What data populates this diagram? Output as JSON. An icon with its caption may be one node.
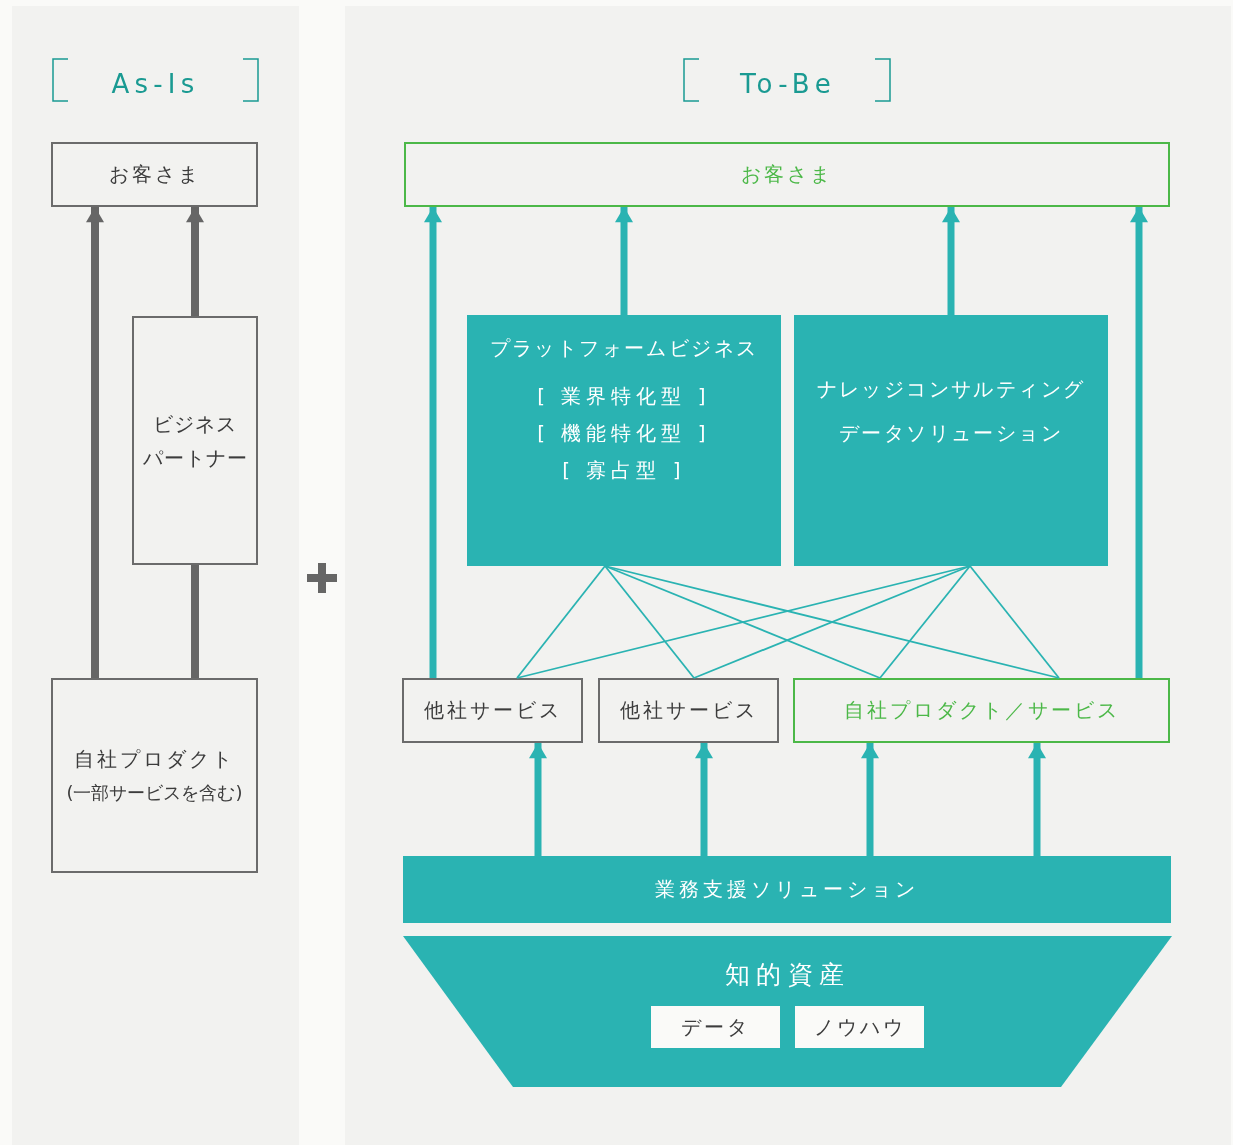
{
  "diagram": {
    "nodes": [
      {
        "text": [
          "As-Is"
        ]
      },
      {
        "text": [
          "お客さま"
        ],
        "in": 0
      },
      {
        "text": [
          "ビジネスパートナー"
        ],
        "in": 0
      },
      {
        "text": [
          "自社プロダクト",
          "(一部サービスを含む)"
        ],
        "in": 0
      },
      {
        "text": [
          "To-Be"
        ]
      },
      {
        "text": [
          "お客さま"
        ],
        "in": 4
      },
      {
        "text": [
          "プラットフォームビジネス",
          "[ 業界特化型 ]",
          "[ 機能特化型 ]",
          "[ 寡占型 ]"
        ],
        "in": 4
      },
      {
        "text": [
          "ナレッジコンサルティング",
          "データソリューション"
        ],
        "in": 4
      },
      {
        "text": [
          "他社サービス"
        ],
        "in": 4
      },
      {
        "text": [
          "他社サービス"
        ],
        "in": 4
      },
      {
        "text": [
          "自社プロダクト／サービス"
        ],
        "in": 4
      },
      {
        "text": [
          "業務支援ソリューション"
        ],
        "in": 4
      },
      {
        "text": [
          "知的資産"
        ],
        "in": 4
      },
      {
        "text": [
          "データ"
        ],
        "in": 12
      },
      {
        "text": [
          "ノウハウ"
        ],
        "in": 12
      }
    ],
    "edges": [
      {
        "from": 3,
        "to": 1,
        "arrow": "to",
        "color": "#666666"
      },
      {
        "from": 3,
        "to": 2,
        "arrow": "none",
        "color": "#666666"
      },
      {
        "from": 2,
        "to": 1,
        "arrow": "to",
        "color": "#666666"
      },
      {
        "from": 8,
        "to": 5,
        "arrow": "to"
      },
      {
        "from": 6,
        "to": 5,
        "arrow": "to"
      },
      {
        "from": 7,
        "to": 5,
        "arrow": "to"
      },
      {
        "from": 10,
        "to": 5,
        "arrow": "to"
      },
      {
        "from": 6,
        "to": 8,
        "arrow": "none"
      },
      {
        "from": 6,
        "to": 9,
        "arrow": "none"
      },
      {
        "from": 6,
        "to": 10,
        "arrow": "none"
      },
      {
        "from": 6,
        "to": 10,
        "arrow": "none"
      },
      {
        "from": 7,
        "to": 8,
        "arrow": "none"
      },
      {
        "from": 7,
        "to": 9,
        "arrow": "none"
      },
      {
        "from": 7,
        "to": 10,
        "arrow": "none"
      },
      {
        "from": 7,
        "to": 10,
        "arrow": "none"
      },
      {
        "from": 11,
        "to": 8,
        "arrow": "to"
      },
      {
        "from": 11,
        "to": 9,
        "arrow": "to"
      },
      {
        "from": 11,
        "to": 10,
        "arrow": "to"
      },
      {
        "from": 11,
        "to": 10,
        "arrow": "to"
      }
    ]
  }
}
